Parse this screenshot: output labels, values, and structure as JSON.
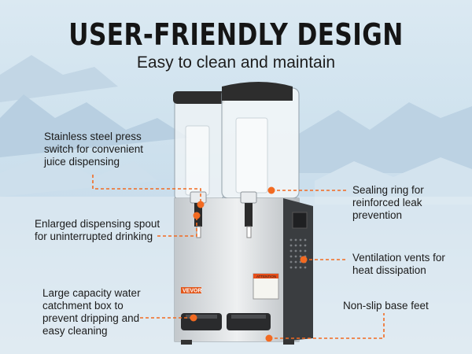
{
  "header": {
    "title": "USER-FRIENDLY DESIGN",
    "subtitle": "Easy to clean and maintain"
  },
  "callouts": {
    "press_switch": "Stainless steel press switch for convenient juice dispensing",
    "dispensing_spout": "Enlarged dispensing spout for uninterrupted drinking",
    "catchment_box": "Large capacity water catchment box to prevent dripping and easy cleaning",
    "sealing_ring": "Sealing ring for reinforced leak prevention",
    "ventilation": "Ventilation vents for heat dissipation",
    "base_feet": "Non-slip base feet"
  },
  "product": {
    "brand": "VEVOR",
    "warning_label": "ATTENTION"
  },
  "colors": {
    "accent": "#f26a21",
    "text": "#1b1b1b"
  }
}
